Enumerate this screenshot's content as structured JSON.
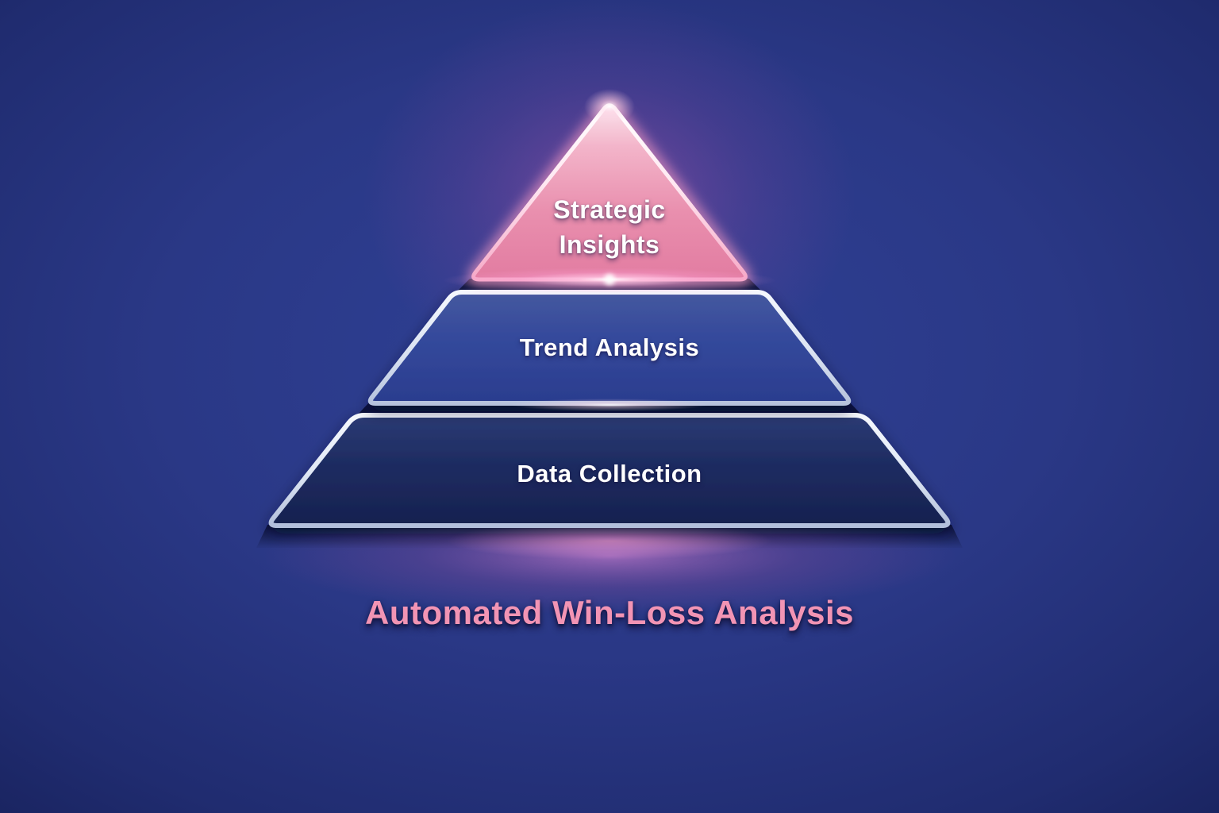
{
  "title": "Automated Win-Loss Analysis",
  "pyramid": {
    "tiers": [
      {
        "name": "strategic-insights",
        "label": "Strategic Insights",
        "position": "top",
        "fill": "#e8879f"
      },
      {
        "name": "trend-analysis",
        "label": "Trend Analysis",
        "position": "middle",
        "fill": "#31459a"
      },
      {
        "name": "data-collection",
        "label": "Data Collection",
        "position": "bottom",
        "fill": "#1c2a60"
      }
    ]
  },
  "colors": {
    "background_center": "#2f4196",
    "background_edge": "#111946",
    "accent_pink": "#f294b4",
    "top_tier_pink": "#e8879f",
    "tier_border_silver": "#dde5f3",
    "gap_navy": "#0c1340",
    "label_text": "#ffffff"
  }
}
